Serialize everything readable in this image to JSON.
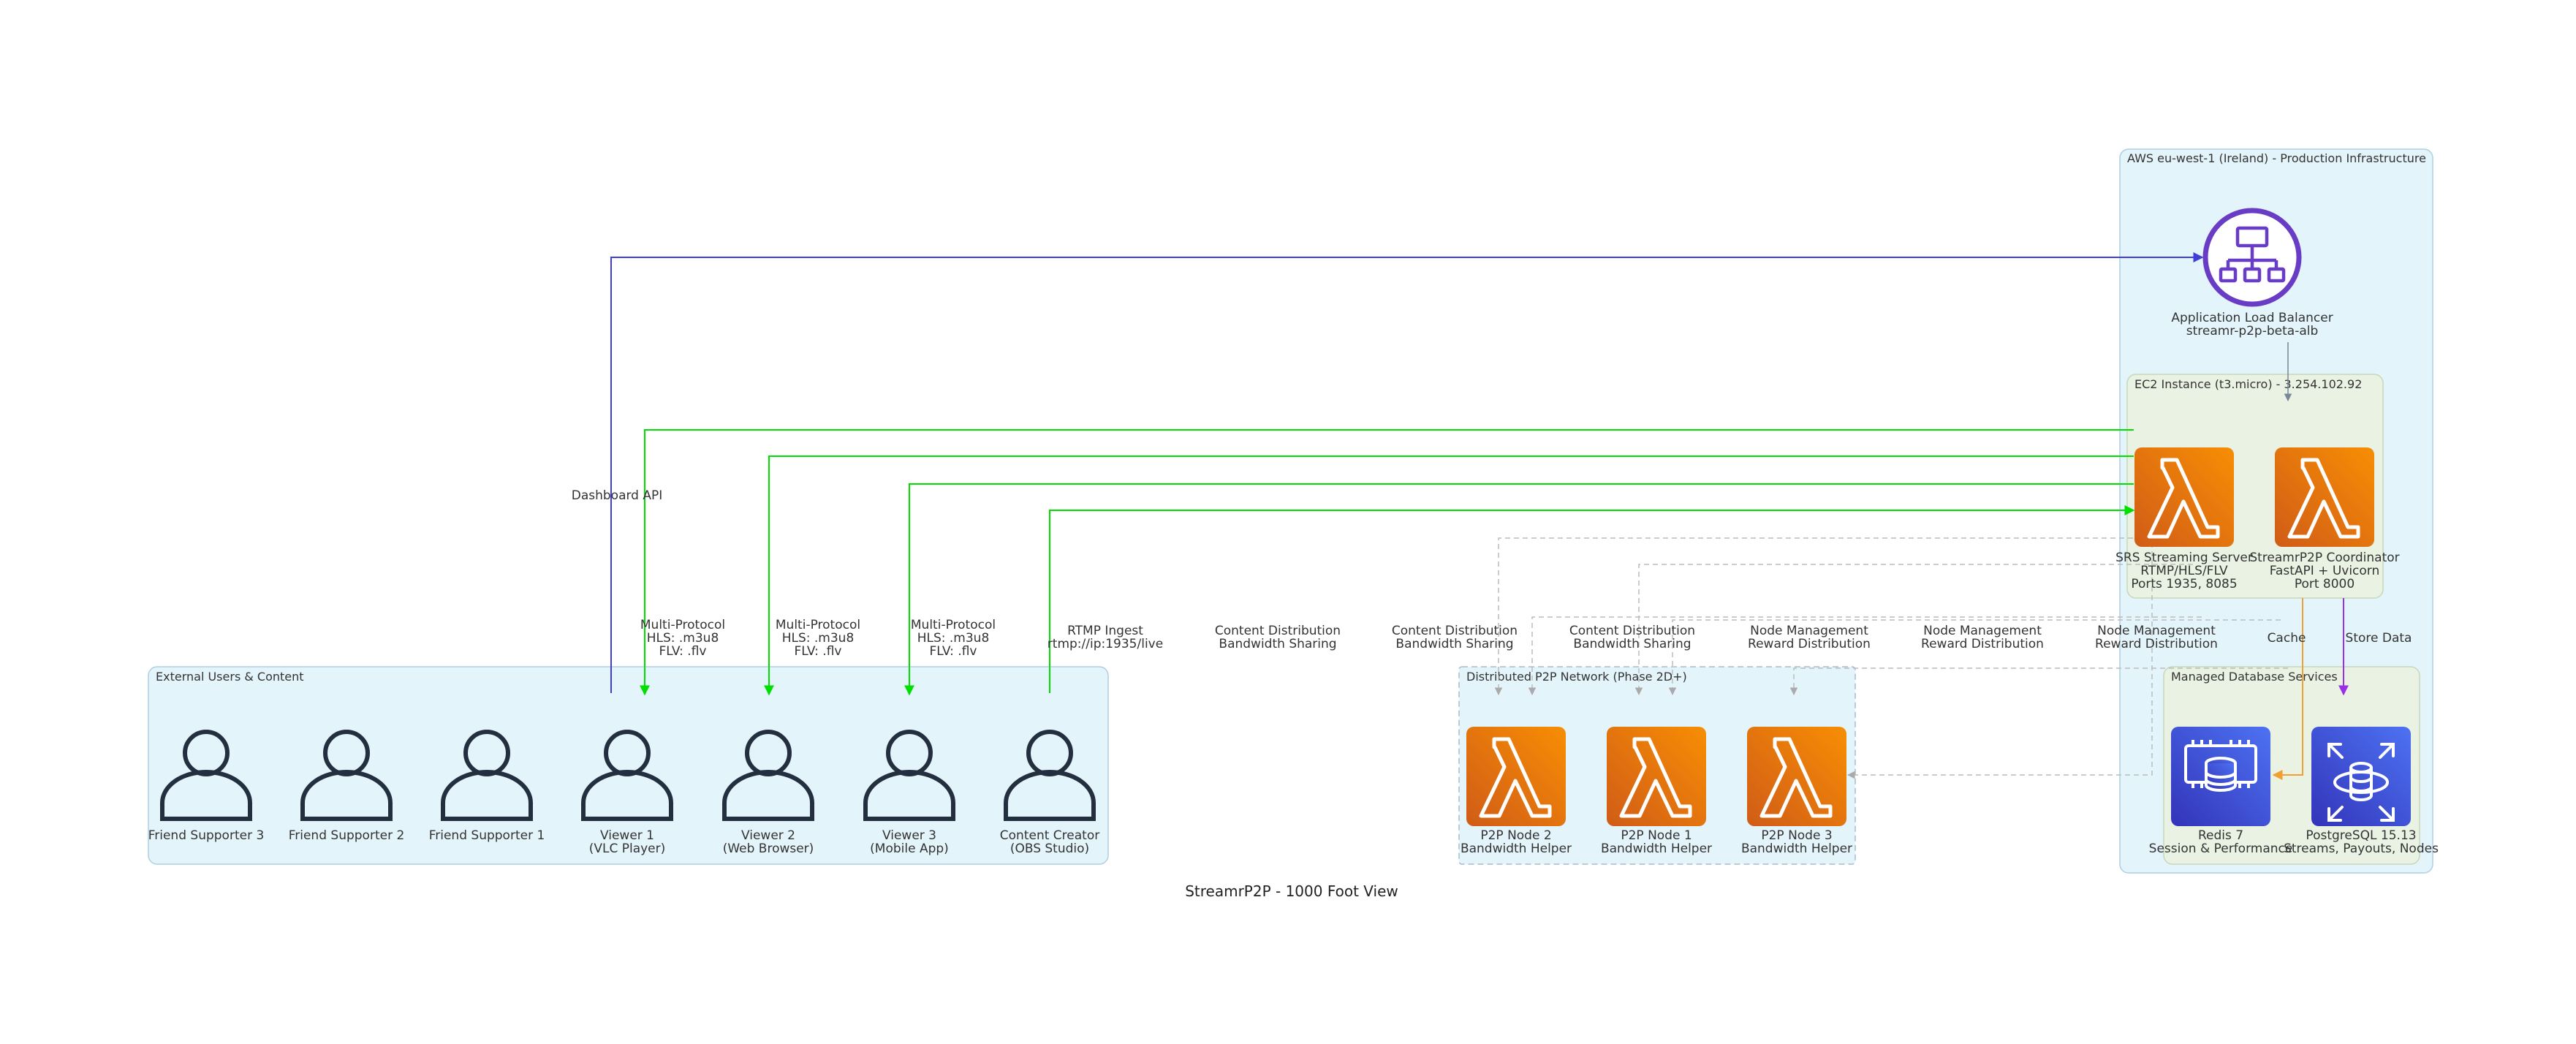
{
  "title": "StreamrP2P - 1000 Foot View",
  "clusters": {
    "aws": "AWS eu-west-1 (Ireland) - Production Infrastructure",
    "ec2": "EC2 Instance (t3.micro) - 3.254.102.92",
    "db": "Managed Database Services",
    "users": "External Users & Content",
    "p2p": "Distributed P2P Network (Phase 2D+)"
  },
  "nodes": {
    "alb": [
      "Application Load Balancer",
      "streamr-p2p-beta-alb"
    ],
    "srs": [
      "SRS Streaming Server",
      "RTMP/HLS/FLV",
      "Ports 1935, 8085"
    ],
    "coord": [
      "StreamrP2P Coordinator",
      "FastAPI + Uvicorn",
      "Port 8000"
    ],
    "redis": [
      "Redis 7",
      "Session & Performance"
    ],
    "pg": [
      "PostgreSQL 15.13",
      "Streams, Payouts, Nodes"
    ],
    "fs3": [
      "Friend Supporter 3"
    ],
    "fs2": [
      "Friend Supporter 2"
    ],
    "fs1": [
      "Friend Supporter 1"
    ],
    "v1": [
      "Viewer 1",
      "(VLC Player)"
    ],
    "v2": [
      "Viewer 2",
      "(Web Browser)"
    ],
    "v3": [
      "Viewer 3",
      "(Mobile App)"
    ],
    "cc": [
      "Content Creator",
      "(OBS Studio)"
    ],
    "p2p2": [
      "P2P Node 2",
      "Bandwidth Helper"
    ],
    "p2p1": [
      "P2P Node 1",
      "Bandwidth Helper"
    ],
    "p2p3": [
      "P2P Node 3",
      "Bandwidth Helper"
    ]
  },
  "edges": {
    "dashboard": [
      "Dashboard API"
    ],
    "mp1": [
      "Multi-Protocol",
      "HLS: .m3u8",
      "FLV: .flv"
    ],
    "mp2": [
      "Multi-Protocol",
      "HLS: .m3u8",
      "FLV: .flv"
    ],
    "mp3": [
      "Multi-Protocol",
      "HLS: .m3u8",
      "FLV: .flv"
    ],
    "rtmp": [
      "RTMP Ingest",
      "rtmp://ip:1935/live"
    ],
    "cd1": [
      "Content Distribution",
      "Bandwidth Sharing"
    ],
    "cd2": [
      "Content Distribution",
      "Bandwidth Sharing"
    ],
    "cd3": [
      "Content Distribution",
      "Bandwidth Sharing"
    ],
    "nm1": [
      "Node Management",
      "Reward Distribution"
    ],
    "nm2": [
      "Node Management",
      "Reward Distribution"
    ],
    "nm3": [
      "Node Management",
      "Reward Distribution"
    ],
    "cache": [
      "Cache"
    ],
    "store": [
      "Store Data"
    ]
  },
  "colors": {
    "lambda_top": "#F78E04",
    "lambda_bottom": "#D05C17",
    "db_top": "#4D72F3",
    "db_bottom": "#3334B9",
    "alb": "#693CC5",
    "user": "#232F3E",
    "green": "#00E000",
    "blue": "#3E3ED8",
    "orange": "#F0A030",
    "purple": "#9A30E6",
    "gray": "#BBBBBB"
  }
}
